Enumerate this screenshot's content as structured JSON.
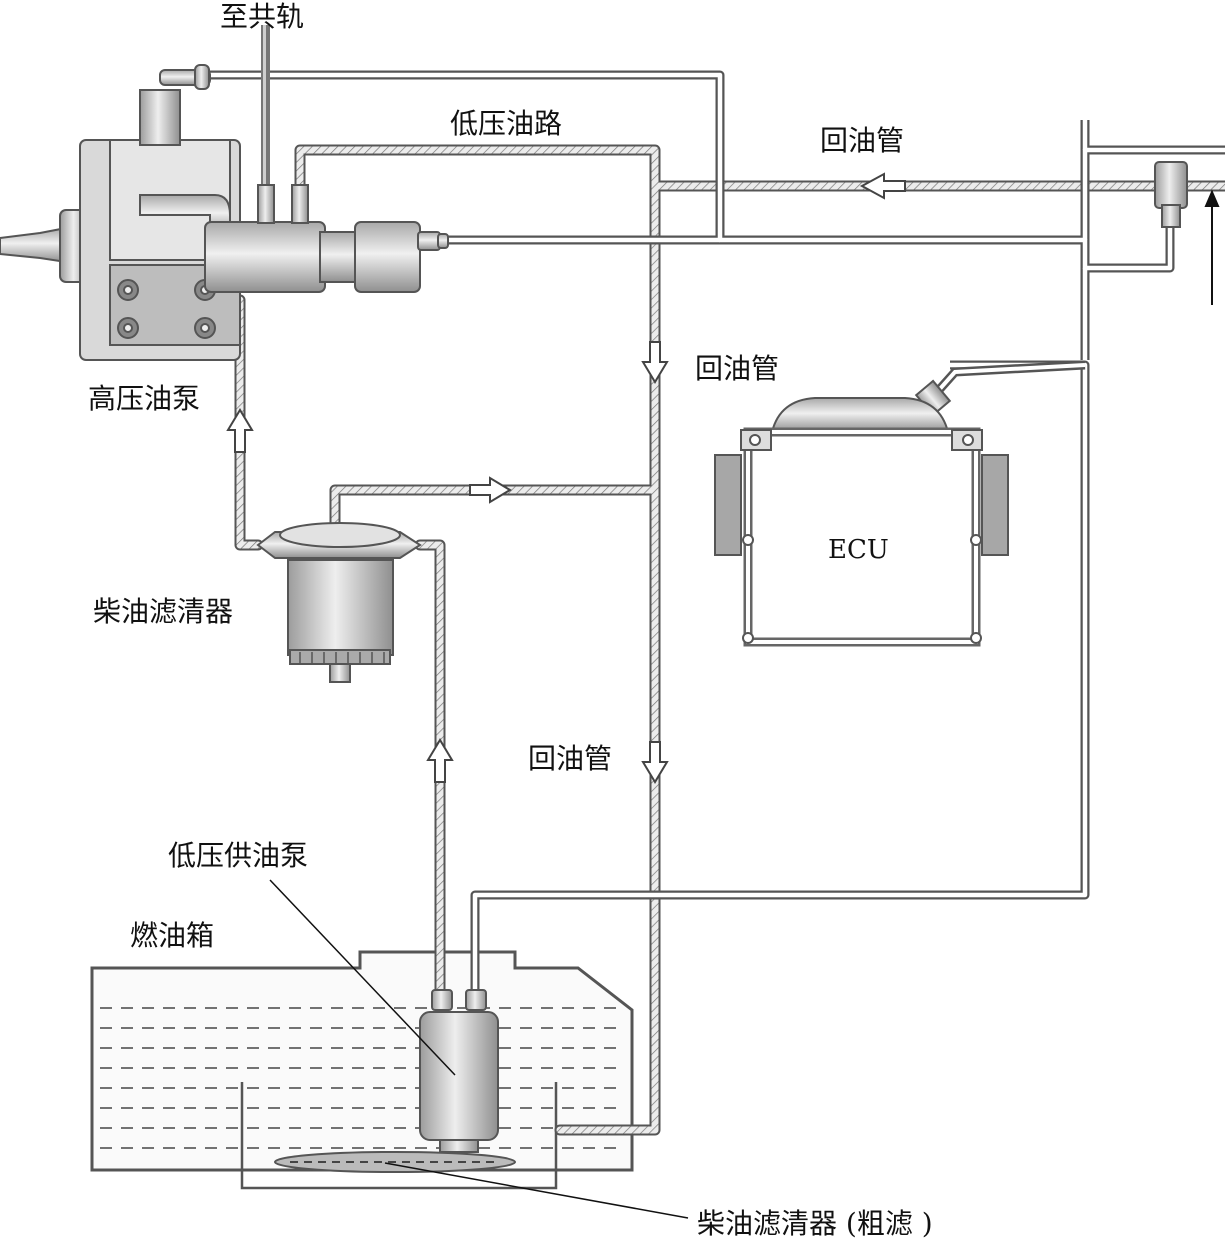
{
  "labels": {
    "to_common_rail": "至共轨",
    "low_pressure_line": "低压油路",
    "return_pipe_top": "回油管",
    "return_pipe_mid": "回油管",
    "return_pipe_lower": "回油管",
    "high_pressure_pump": "高压油泵",
    "diesel_filter": "柴油滤清器",
    "ecu": "ECU",
    "low_pressure_supply_pump": "低压供油泵",
    "fuel_tank": "燃油箱",
    "coarse_filter": "柴油滤清器 (粗滤 )"
  },
  "colors": {
    "line": "#555555",
    "pipe_fill": "#e4e4e4",
    "component_fill": "#cfcfcf",
    "component_dark": "#9a9a9a",
    "fuel": "#f2f2f2"
  }
}
